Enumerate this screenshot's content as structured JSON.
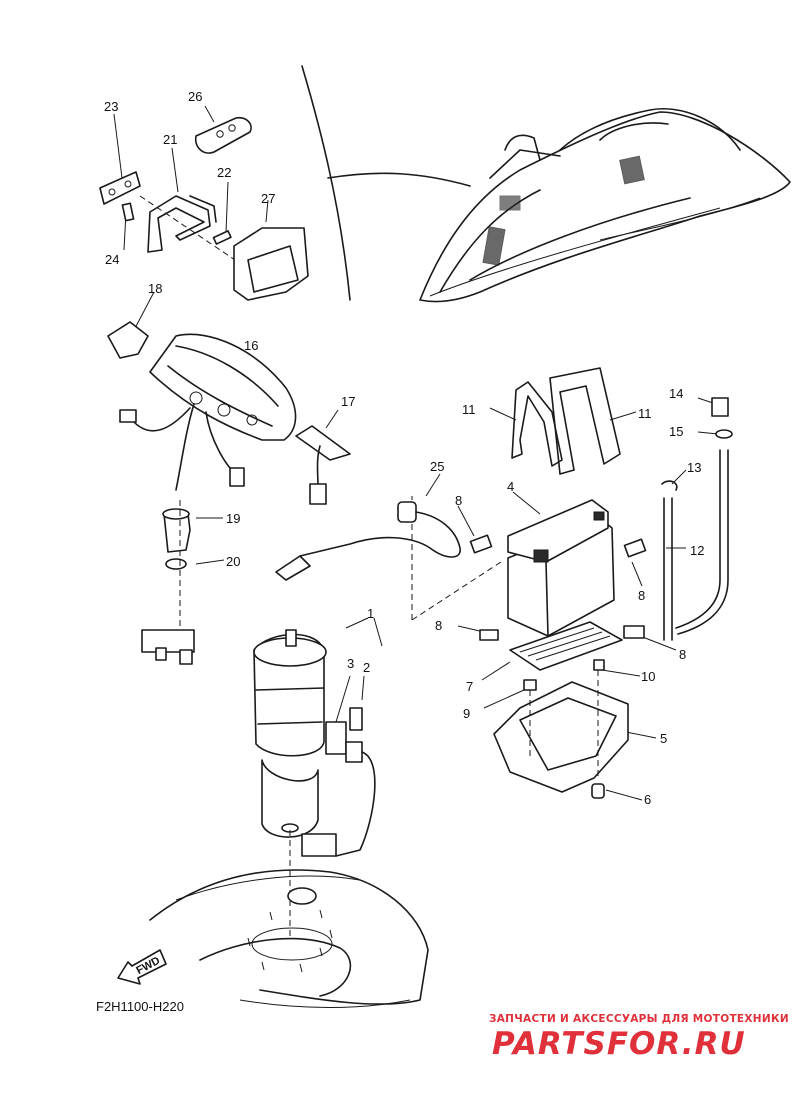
{
  "callouts": [
    {
      "id": "c1",
      "label": "1"
    },
    {
      "id": "c2",
      "label": "2"
    },
    {
      "id": "c3",
      "label": "3"
    },
    {
      "id": "c4",
      "label": "4"
    },
    {
      "id": "c5",
      "label": "5"
    },
    {
      "id": "c6",
      "label": "6"
    },
    {
      "id": "c7",
      "label": "7"
    },
    {
      "id": "c8a",
      "label": "8"
    },
    {
      "id": "c8b",
      "label": "8"
    },
    {
      "id": "c8c",
      "label": "8"
    },
    {
      "id": "c8d",
      "label": "8"
    },
    {
      "id": "c9",
      "label": "9"
    },
    {
      "id": "c10",
      "label": "10"
    },
    {
      "id": "c11a",
      "label": "11"
    },
    {
      "id": "c11b",
      "label": "11"
    },
    {
      "id": "c12",
      "label": "12"
    },
    {
      "id": "c13",
      "label": "13"
    },
    {
      "id": "c14",
      "label": "14"
    },
    {
      "id": "c15",
      "label": "15"
    },
    {
      "id": "c16",
      "label": "16"
    },
    {
      "id": "c17",
      "label": "17"
    },
    {
      "id": "c18",
      "label": "18"
    },
    {
      "id": "c19",
      "label": "19"
    },
    {
      "id": "c20",
      "label": "20"
    },
    {
      "id": "c21",
      "label": "21"
    },
    {
      "id": "c22",
      "label": "22"
    },
    {
      "id": "c23",
      "label": "23"
    },
    {
      "id": "c24",
      "label": "24"
    },
    {
      "id": "c25",
      "label": "25"
    },
    {
      "id": "c26",
      "label": "26"
    },
    {
      "id": "c27",
      "label": "27"
    }
  ],
  "direction_arrow": {
    "label": "FWD"
  },
  "diagram_code": "F2H1100-H220",
  "watermark": {
    "tagline": "ЗАПЧАСТИ И АКСЕССУАРЫ ДЛЯ МОТОТЕХНИКИ",
    "logo": "PARTSFOR.RU",
    "color": "#e0303a"
  }
}
